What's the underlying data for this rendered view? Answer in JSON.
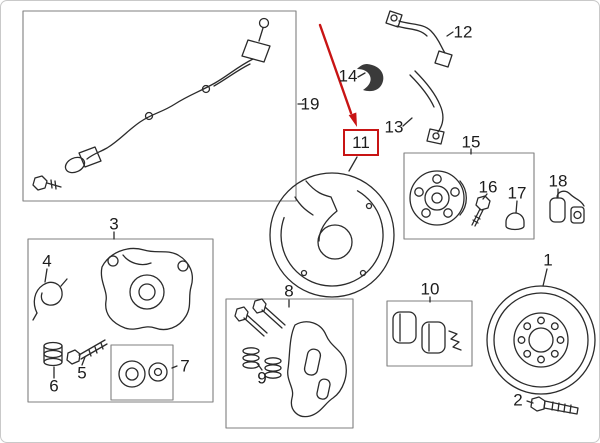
{
  "colors": {
    "highlight": "#c81414",
    "line": "#2b2b2b",
    "box": "#7f7f7f",
    "background": "#ffffff",
    "label_text": "#1c1c1c"
  },
  "highlighted_part": "11",
  "labels": {
    "n1": "1",
    "n2": "2",
    "n3": "3",
    "n4": "4",
    "n5": "5",
    "n6": "6",
    "n7": "7",
    "n8": "8",
    "n9": "9",
    "n10": "10",
    "n11": "11",
    "n12": "12",
    "n13": "13",
    "n14": "14",
    "n15": "15",
    "n16": "16",
    "n17": "17",
    "n18": "18",
    "n19": "19"
  }
}
